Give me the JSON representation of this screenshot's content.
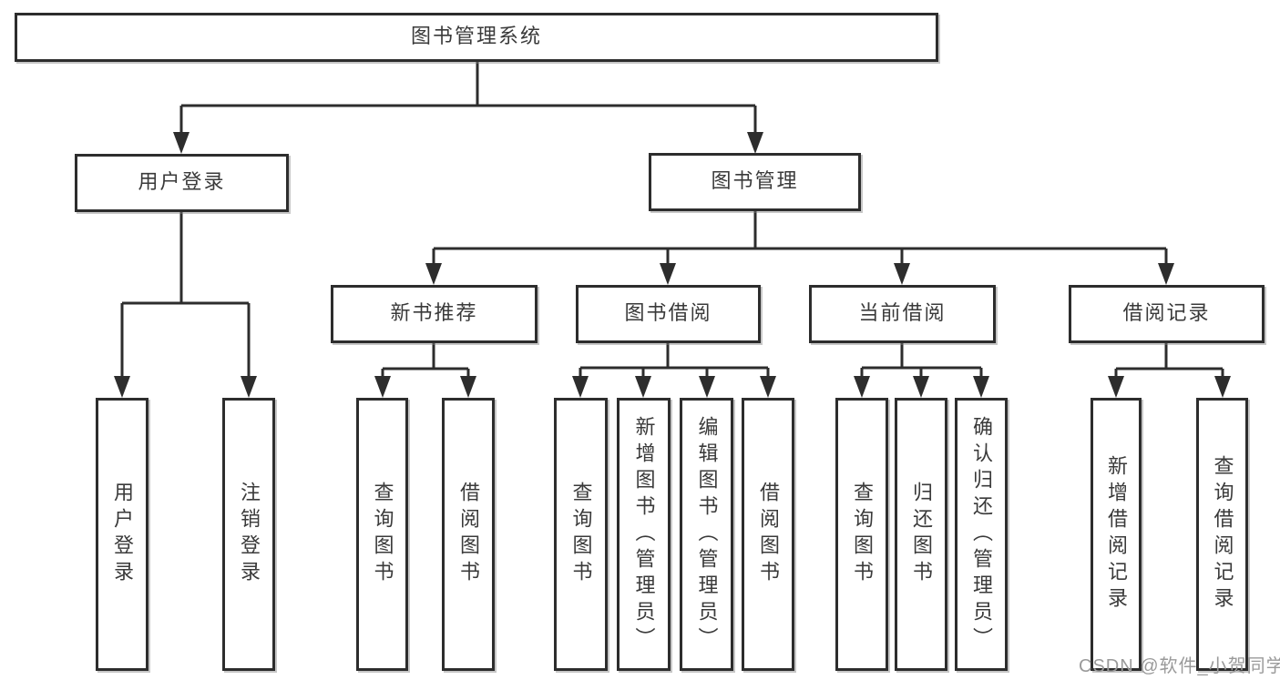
{
  "tree": {
    "root": {
      "label": "图书管理系统"
    },
    "level2": {
      "user_login": {
        "label": "用户登录"
      },
      "book_management": {
        "label": "图书管理"
      }
    },
    "login_children": [
      {
        "label": "用户登录"
      },
      {
        "label": "注销登录"
      }
    ],
    "sections": [
      {
        "label": "新书推荐",
        "children": [
          {
            "label": "查询图书"
          },
          {
            "label": "借阅图书"
          }
        ]
      },
      {
        "label": "图书借阅",
        "children": [
          {
            "label": "查询图书"
          },
          {
            "label": "新增图书（管理员）"
          },
          {
            "label": "编辑图书（管理员）"
          },
          {
            "label": "借阅图书"
          }
        ]
      },
      {
        "label": "当前借阅",
        "children": [
          {
            "label": "查询图书"
          },
          {
            "label": "归还图书"
          },
          {
            "label": "确认归还（管理员）"
          }
        ]
      },
      {
        "label": "借阅记录",
        "children": [
          {
            "label": "新增借阅记录"
          },
          {
            "label": "查询借阅记录"
          }
        ]
      }
    ]
  },
  "watermark": {
    "label": "CSDN @软件_小贺同学"
  },
  "colors": {
    "line": "#2d2d2d",
    "box_border": "#2d2d2d",
    "box_fill": "#ffffff",
    "text": "#3a3a3a",
    "watermark": "#9a9a9a",
    "background": "#ffffff"
  }
}
